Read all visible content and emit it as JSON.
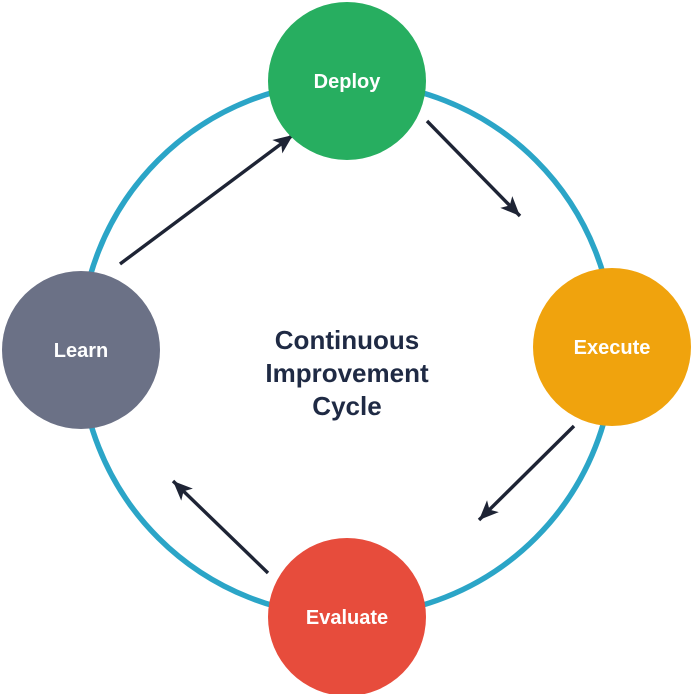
{
  "diagram": {
    "title": "Continuous Improvement Cycle",
    "center_label": {
      "lines": [
        "Continuous",
        "Improvement",
        "Cycle"
      ],
      "color": "#1F2A44"
    },
    "ring": {
      "color": "#2BA5C7"
    },
    "connector_color": "#1E2435",
    "canvas_color": "#FFFFFF",
    "nodes": [
      {
        "id": "deploy",
        "label": "Deploy",
        "color": "#27AE60",
        "text_color": "#FFFFFF",
        "position": "top"
      },
      {
        "id": "execute",
        "label": "Execute",
        "color": "#F0A30D",
        "text_color": "#FFFFFF",
        "position": "right"
      },
      {
        "id": "evaluate",
        "label": "Evaluate",
        "color": "#E74C3C",
        "text_color": "#FFFFFF",
        "position": "bottom"
      },
      {
        "id": "learn",
        "label": "Learn",
        "color": "#6B7186",
        "text_color": "#FFFFFF",
        "position": "left"
      }
    ],
    "flows": [
      {
        "from": "Learn",
        "to": "Deploy"
      },
      {
        "from": "Deploy",
        "to": "Execute"
      },
      {
        "from": "Execute",
        "to": "Evaluate"
      },
      {
        "from": "Evaluate",
        "to": "Learn"
      }
    ]
  }
}
